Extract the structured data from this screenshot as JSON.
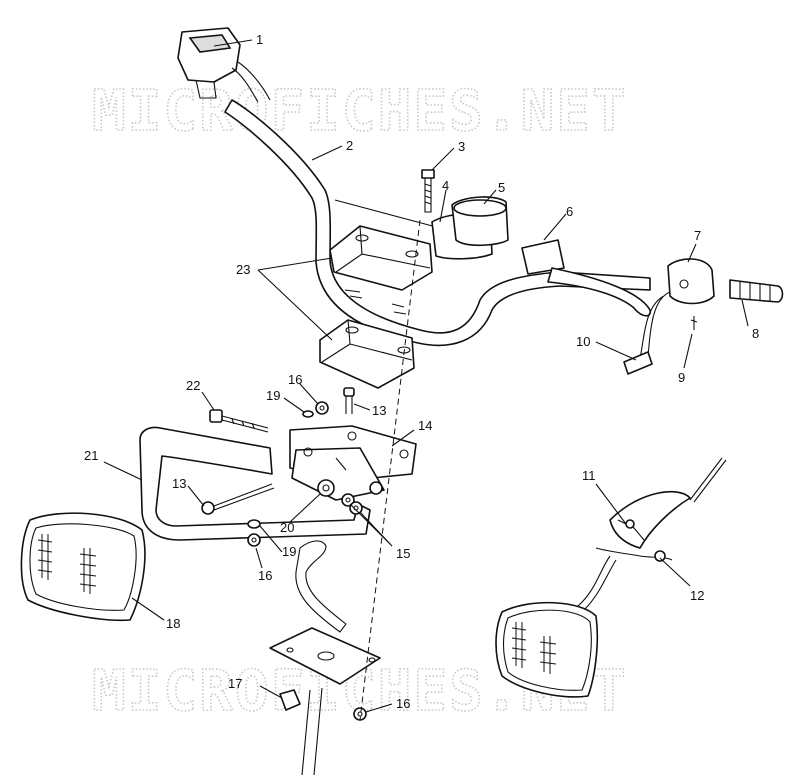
{
  "watermark": {
    "text": "MICROFICHES.NET"
  },
  "callouts": [
    "1",
    "2",
    "3",
    "4",
    "5",
    "6",
    "7",
    "8",
    "9",
    "10",
    "11",
    "12",
    "13",
    "13",
    "14",
    "15",
    "16",
    "16",
    "16",
    "17",
    "18",
    "19",
    "19",
    "20",
    "21",
    "22",
    "23"
  ]
}
